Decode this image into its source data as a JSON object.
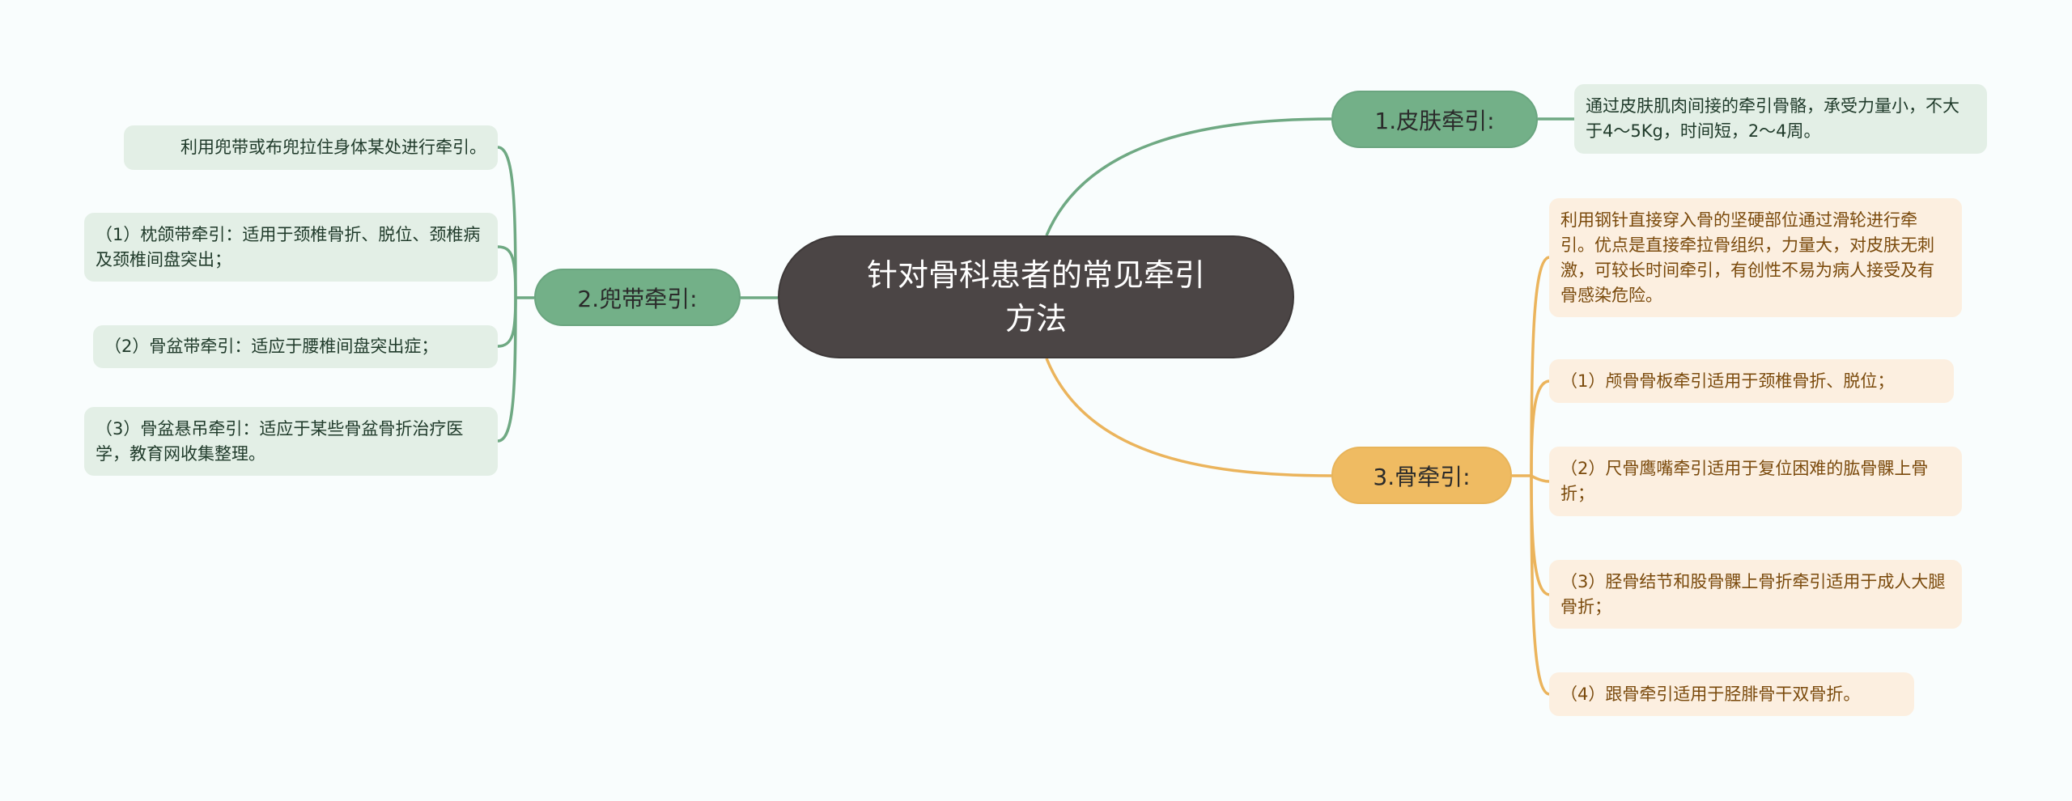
{
  "root": {
    "label": "针对骨科患者的常见牵引方法"
  },
  "colors": {
    "background": "#f9fdfd",
    "root_fill": "#4b4545",
    "green_branch": "#73b088",
    "green_leaf": "#e3efe6",
    "green_line": "#6fa983",
    "orange_branch": "#efbb62",
    "orange_leaf": "#fcefe0",
    "orange_line": "#ebb45c"
  },
  "branches": [
    {
      "label": "1.皮肤牵引:",
      "color": "green",
      "leaves": [
        {
          "text": "通过皮肤肌肉间接的牵引骨骼，承受力量小，不大于4～5Kg，时间短，2～4周。"
        }
      ]
    },
    {
      "label": "2.兜带牵引:",
      "color": "green",
      "leaves": [
        {
          "text": "利用兜带或布兜拉住身体某处进行牵引。"
        },
        {
          "text": "（1）枕颌带牵引：适用于颈椎骨折、脱位、颈椎病及颈椎间盘突出；"
        },
        {
          "text": "（2）骨盆带牵引：适应于腰椎间盘突出症；"
        },
        {
          "text": "（3）骨盆悬吊牵引：适应于某些骨盆骨折治疗医学，教育网收集整理。"
        }
      ]
    },
    {
      "label": "3.骨牵引:",
      "color": "orange",
      "leaves": [
        {
          "text": "利用钢针直接穿入骨的坚硬部位通过滑轮进行牵引。优点是直接牵拉骨组织，力量大，对皮肤无刺激，可较长时间牵引，有创性不易为病人接受及有骨感染危险。"
        },
        {
          "text": "（1）颅骨骨板牵引适用于颈椎骨折、脱位；"
        },
        {
          "text": "（2）尺骨鹰嘴牵引适用于复位困难的肱骨髁上骨折；"
        },
        {
          "text": "（3）胫骨结节和股骨髁上骨折牵引适用于成人大腿骨折；"
        },
        {
          "text": "（4）跟骨牵引适用于胫腓骨干双骨折。"
        }
      ]
    }
  ]
}
